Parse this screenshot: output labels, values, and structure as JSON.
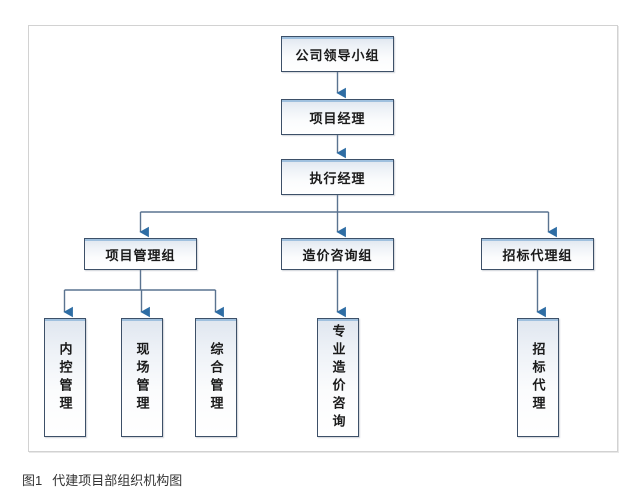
{
  "figure": {
    "caption_label": "图1",
    "caption_title": "代建项目部组织机构图"
  },
  "colors": {
    "node_border": "#3d5068",
    "node_top_accent": "#9fc0de",
    "connector_line": "#5a7390",
    "arrow_head": "#2e6da4",
    "frame_border": "#d2d2d2",
    "text": "#1a1a1a",
    "caption_text": "#333333"
  },
  "chart_data": {
    "type": "diagram",
    "title": "代建项目部组织机构图",
    "orientation": "top-down",
    "levels": 5,
    "nodes": [
      {
        "id": "company",
        "label": "公司领导小组",
        "level": 1,
        "text_direction": "horizontal"
      },
      {
        "id": "pm",
        "label": "项目经理",
        "level": 2,
        "text_direction": "horizontal"
      },
      {
        "id": "exec",
        "label": "执行经理",
        "level": 3,
        "text_direction": "horizontal"
      },
      {
        "id": "g1",
        "label": "项目管理组",
        "level": 4,
        "text_direction": "horizontal"
      },
      {
        "id": "g2",
        "label": "造价咨询组",
        "level": 4,
        "text_direction": "horizontal"
      },
      {
        "id": "g3",
        "label": "招标代理组",
        "level": 4,
        "text_direction": "horizontal"
      },
      {
        "id": "l1",
        "label": "内控管理",
        "level": 5,
        "text_direction": "vertical"
      },
      {
        "id": "l2",
        "label": "现场管理",
        "level": 5,
        "text_direction": "vertical"
      },
      {
        "id": "l3",
        "label": "综合管理",
        "level": 5,
        "text_direction": "vertical"
      },
      {
        "id": "l4",
        "label": "专业造价咨询",
        "level": 5,
        "text_direction": "vertical"
      },
      {
        "id": "l5",
        "label": "招标代理",
        "level": 5,
        "text_direction": "vertical"
      }
    ],
    "edges": [
      {
        "from": "company",
        "to": "pm"
      },
      {
        "from": "pm",
        "to": "exec"
      },
      {
        "from": "exec",
        "to": "g1"
      },
      {
        "from": "exec",
        "to": "g2"
      },
      {
        "from": "exec",
        "to": "g3"
      },
      {
        "from": "g1",
        "to": "l1"
      },
      {
        "from": "g1",
        "to": "l2"
      },
      {
        "from": "g1",
        "to": "l3"
      },
      {
        "from": "g2",
        "to": "l4"
      },
      {
        "from": "g3",
        "to": "l5"
      }
    ]
  }
}
